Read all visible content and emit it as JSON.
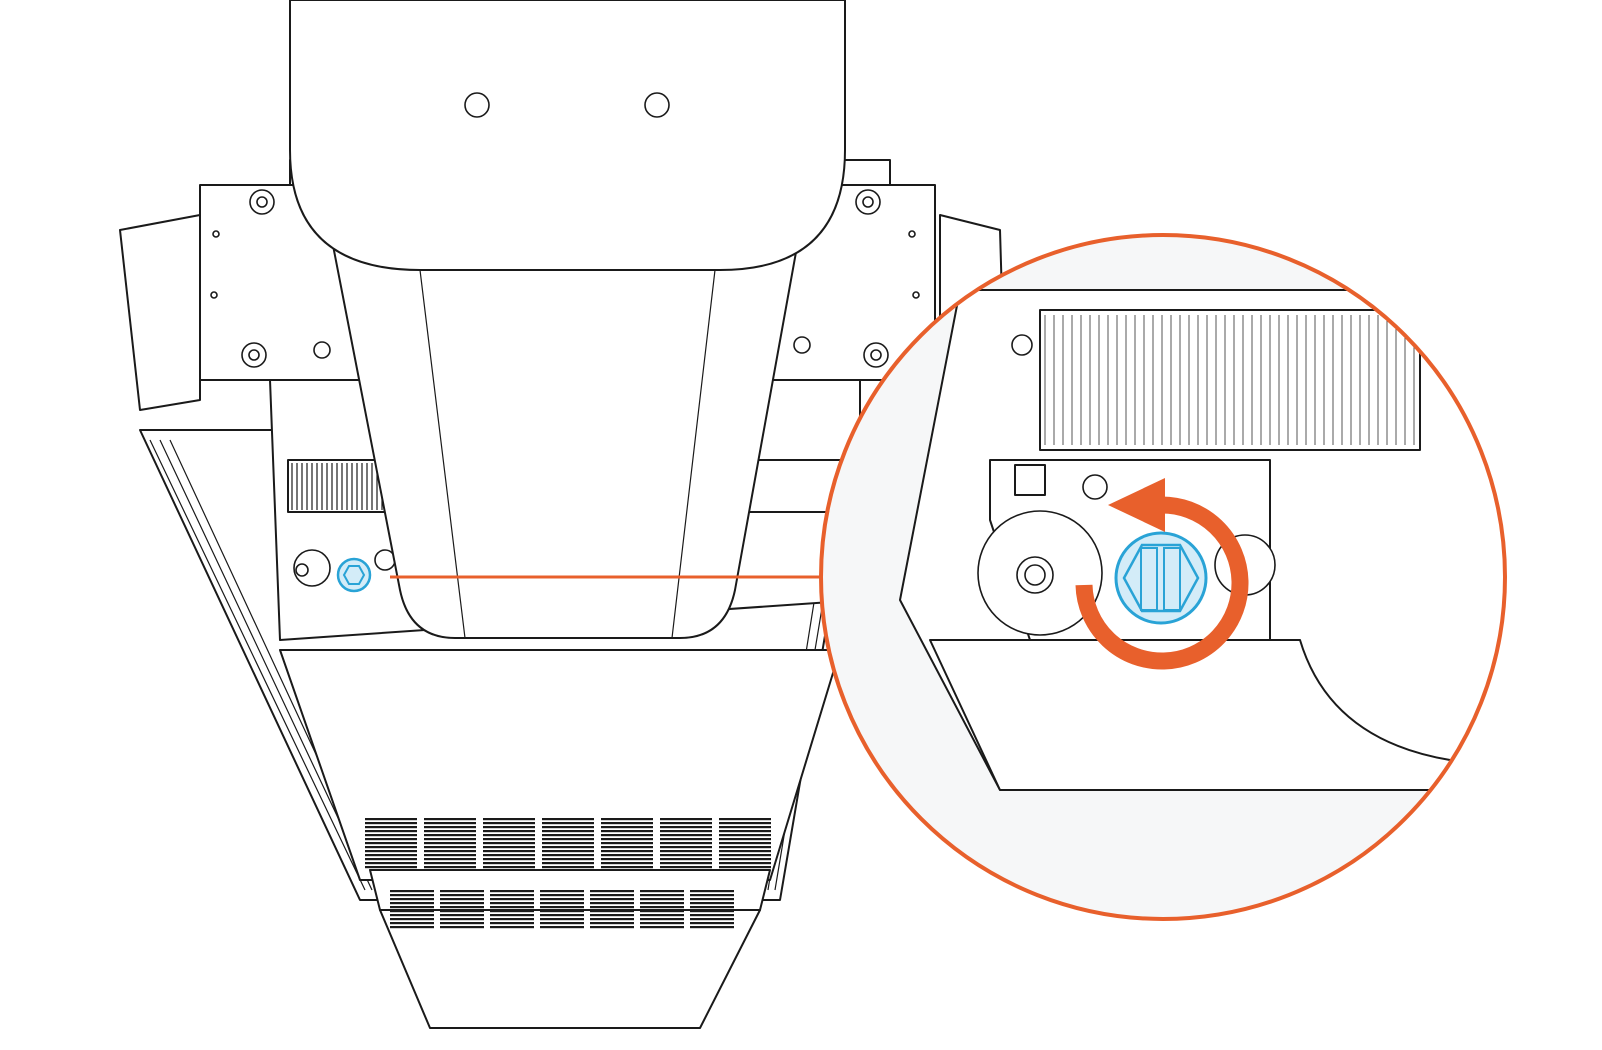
{
  "illustration": {
    "subject": "drain-plug-removal",
    "callout": {
      "accent_color": "#e8602c",
      "highlight_color": "#29a3d6",
      "highlight_fill": "#d3ecf8",
      "rotation_direction": "counterclockwise"
    },
    "icons": [
      "rotate-counterclockwise-arrow-icon",
      "drain-plug-icon",
      "magnifier-callout-circle"
    ]
  }
}
